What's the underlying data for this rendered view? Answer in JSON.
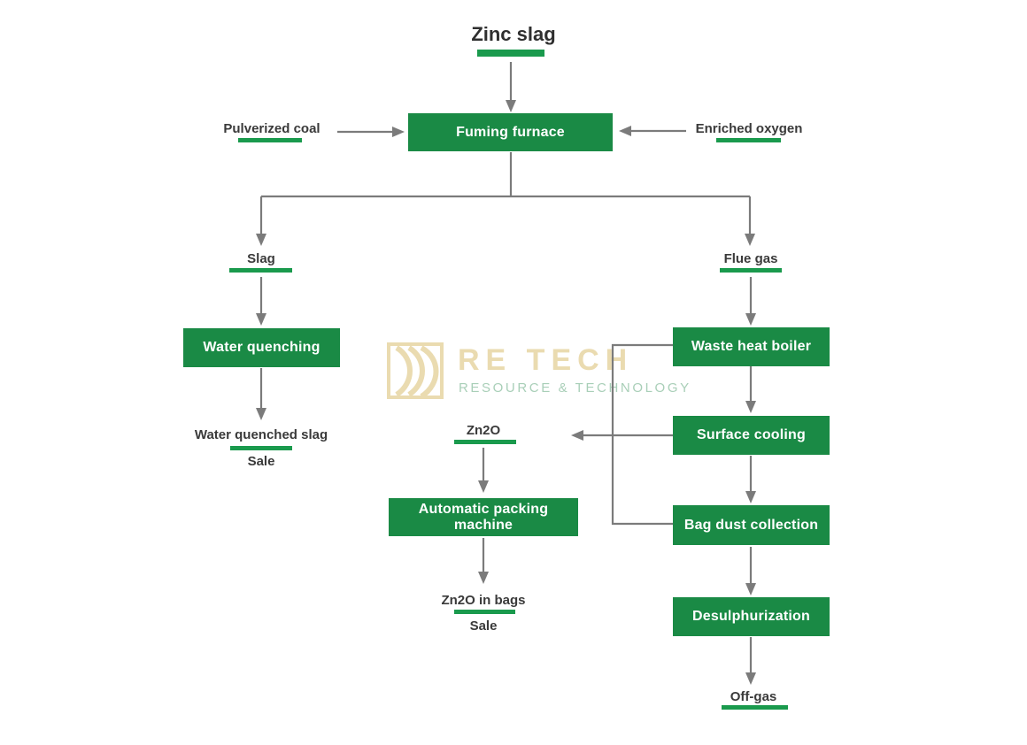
{
  "colors": {
    "node_green": "#1a8a45",
    "underline_green": "#1a9a4d",
    "arrow_gray": "#7b7b7b",
    "label_text": "#3a3a3a",
    "node_text": "#ffffff",
    "watermark_tan": "#eadbb0",
    "watermark_green": "#a9cfb8"
  },
  "title": {
    "label": "Zinc slag"
  },
  "inputs": {
    "pulverized_coal": "Pulverized coal",
    "enriched_oxygen": "Enriched oxygen"
  },
  "nodes": {
    "fuming_furnace": "Fuming furnace",
    "water_quenching": "Water quenching",
    "waste_heat_boiler": "Waste heat boiler",
    "surface_cooling": "Surface cooling",
    "bag_dust_collection": "Bag dust collection",
    "desulphurization": "Desulphurization",
    "automatic_packing_machine": "Automatic packing machine"
  },
  "labels": {
    "slag": "Slag",
    "flue_gas": "Flue gas",
    "water_quenched_slag": "Water quenched slag",
    "water_quenched_slag_sale": "Sale",
    "zn2o": "Zn2O",
    "zn2o_in_bags": "Zn2O in bags",
    "zn2o_in_bags_sale": "Sale",
    "off_gas": "Off-gas"
  },
  "watermark": {
    "logo": "re-tech-logo",
    "name": "RE TECH",
    "tagline": "RESOURCE & TECHNOLOGY"
  },
  "edges": [
    {
      "from": "Zinc slag",
      "to": "Fuming furnace"
    },
    {
      "from": "Pulverized coal",
      "to": "Fuming furnace"
    },
    {
      "from": "Enriched oxygen",
      "to": "Fuming furnace"
    },
    {
      "from": "Fuming furnace",
      "to": "Slag"
    },
    {
      "from": "Fuming furnace",
      "to": "Flue gas"
    },
    {
      "from": "Slag",
      "to": "Water quenching"
    },
    {
      "from": "Water quenching",
      "to": "Water quenched slag (Sale)"
    },
    {
      "from": "Flue gas",
      "to": "Waste heat boiler"
    },
    {
      "from": "Waste heat boiler",
      "to": "Surface cooling"
    },
    {
      "from": "Surface cooling",
      "to": "Bag dust collection"
    },
    {
      "from": "Bag dust collection",
      "to": "Desulphurization"
    },
    {
      "from": "Desulphurization",
      "to": "Off-gas"
    },
    {
      "from": "Waste heat boiler + Surface cooling + Bag dust collection",
      "to": "Zn2O"
    },
    {
      "from": "Zn2O",
      "to": "Automatic packing machine"
    },
    {
      "from": "Automatic packing machine",
      "to": "Zn2O in bags (Sale)"
    }
  ]
}
